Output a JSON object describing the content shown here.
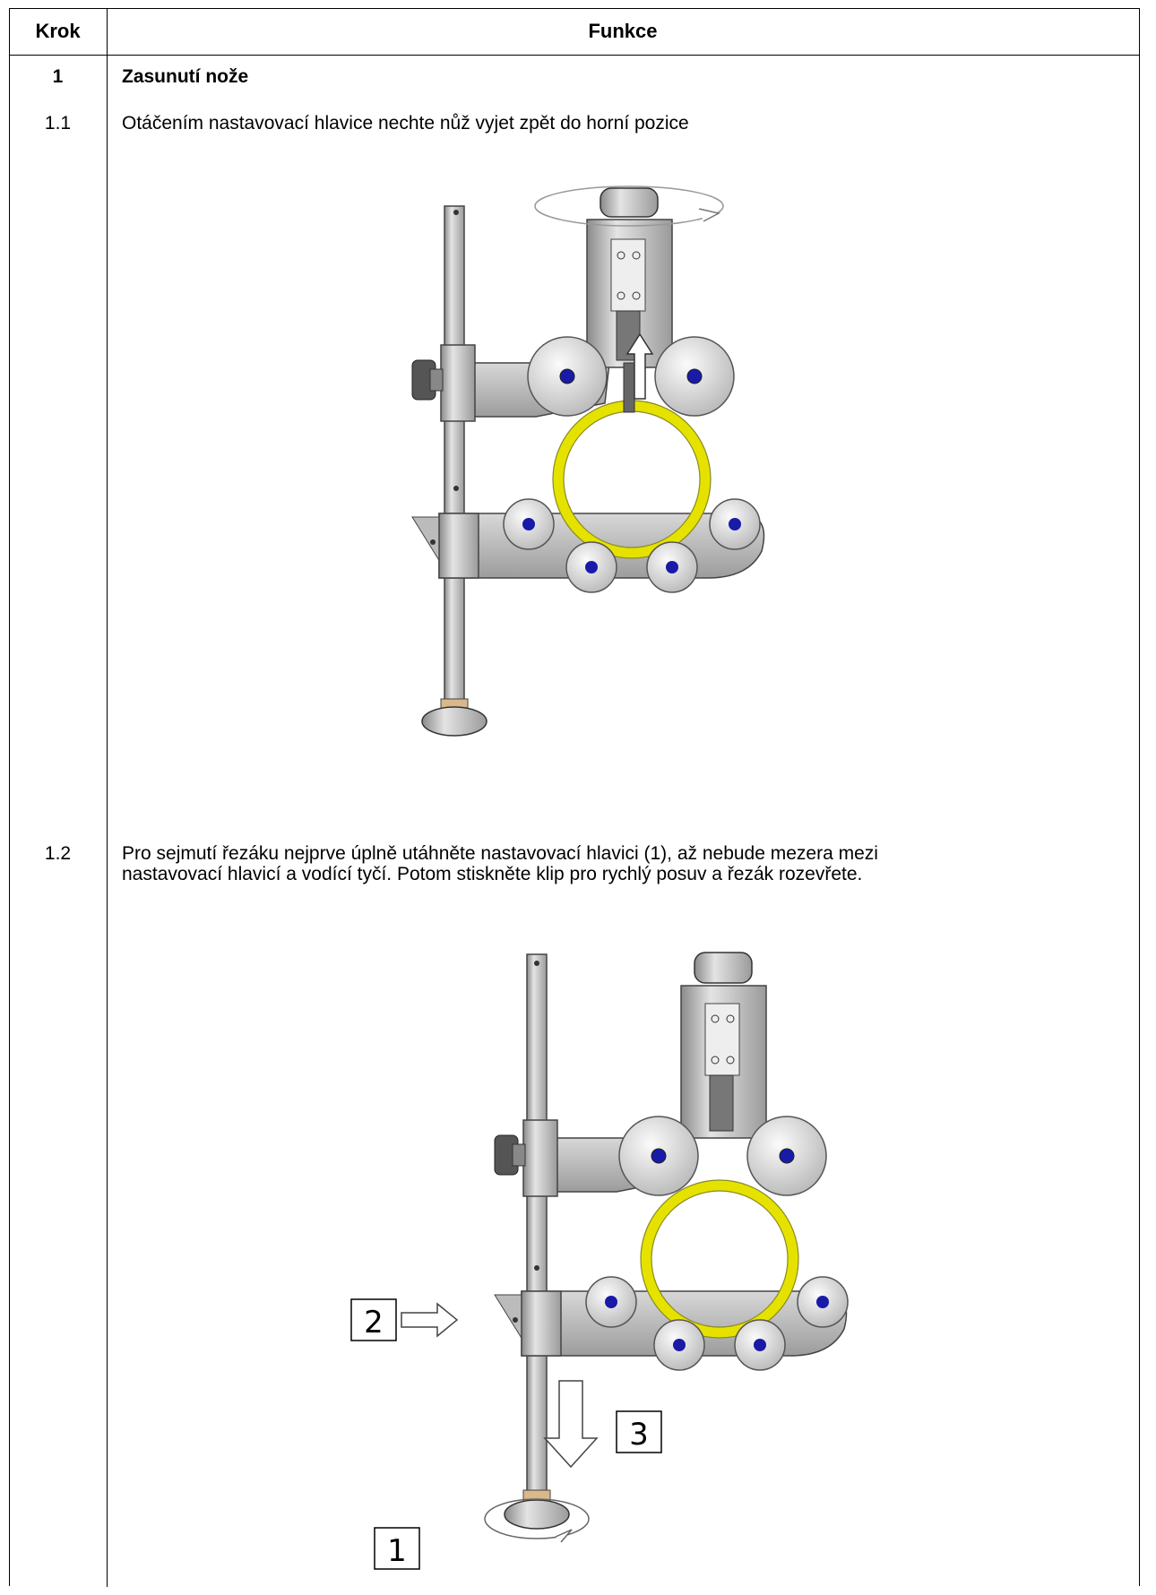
{
  "table": {
    "header_step": "Krok",
    "header_function": "Funkce"
  },
  "section": {
    "number": "1",
    "title": "Zasunutí nože"
  },
  "steps": [
    {
      "number": "1.1",
      "text": "Otáčením nastavovací hlavice nechte nůž vyjet zpět do horní pozice"
    },
    {
      "number": "1.2",
      "text_line1": "Pro sejmutí řezáku nejprve úplně utáhněte nastavovací hlavici (1), až nebude mezera mezi",
      "text_line2": "nastavovací hlavicí a vodící tyčí. Potom stiskněte klip pro rychlý posuv a řezák rozevřete."
    }
  ],
  "callouts": [
    "1",
    "2",
    "3"
  ],
  "colors": {
    "pipe": "#e6e200",
    "roller_bolt": "#1a1aa8",
    "metal": "#c8c8c8"
  }
}
